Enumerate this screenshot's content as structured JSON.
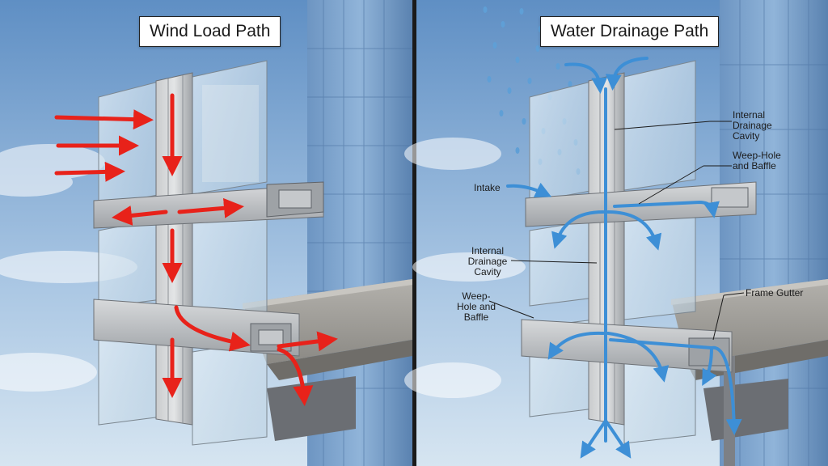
{
  "titles": {
    "wind": "Wind Load Path",
    "water": "Water Drainage Path"
  },
  "labels": {
    "internal_drainage_cavity_top": "Internal Drainage Cavity",
    "weep_hole_top": "Weep-Hole and Baffle",
    "intake": "Intake",
    "internal_drainage_cavity_mid": "Internal Drainage Cavity",
    "weep_hole_bottom": "Weep-Hole and Baffle",
    "frame_gutter": "Frame Gutter"
  },
  "colors": {
    "sky_top": "#5f8fc4",
    "sky_bottom": "#cfe0ef",
    "wind_arrow": "#e8221a",
    "water_arrow": "#3d8fd6",
    "aluminum": "#b9bcbf",
    "concrete": "#9a9894",
    "divider": "#1a1a1a"
  }
}
